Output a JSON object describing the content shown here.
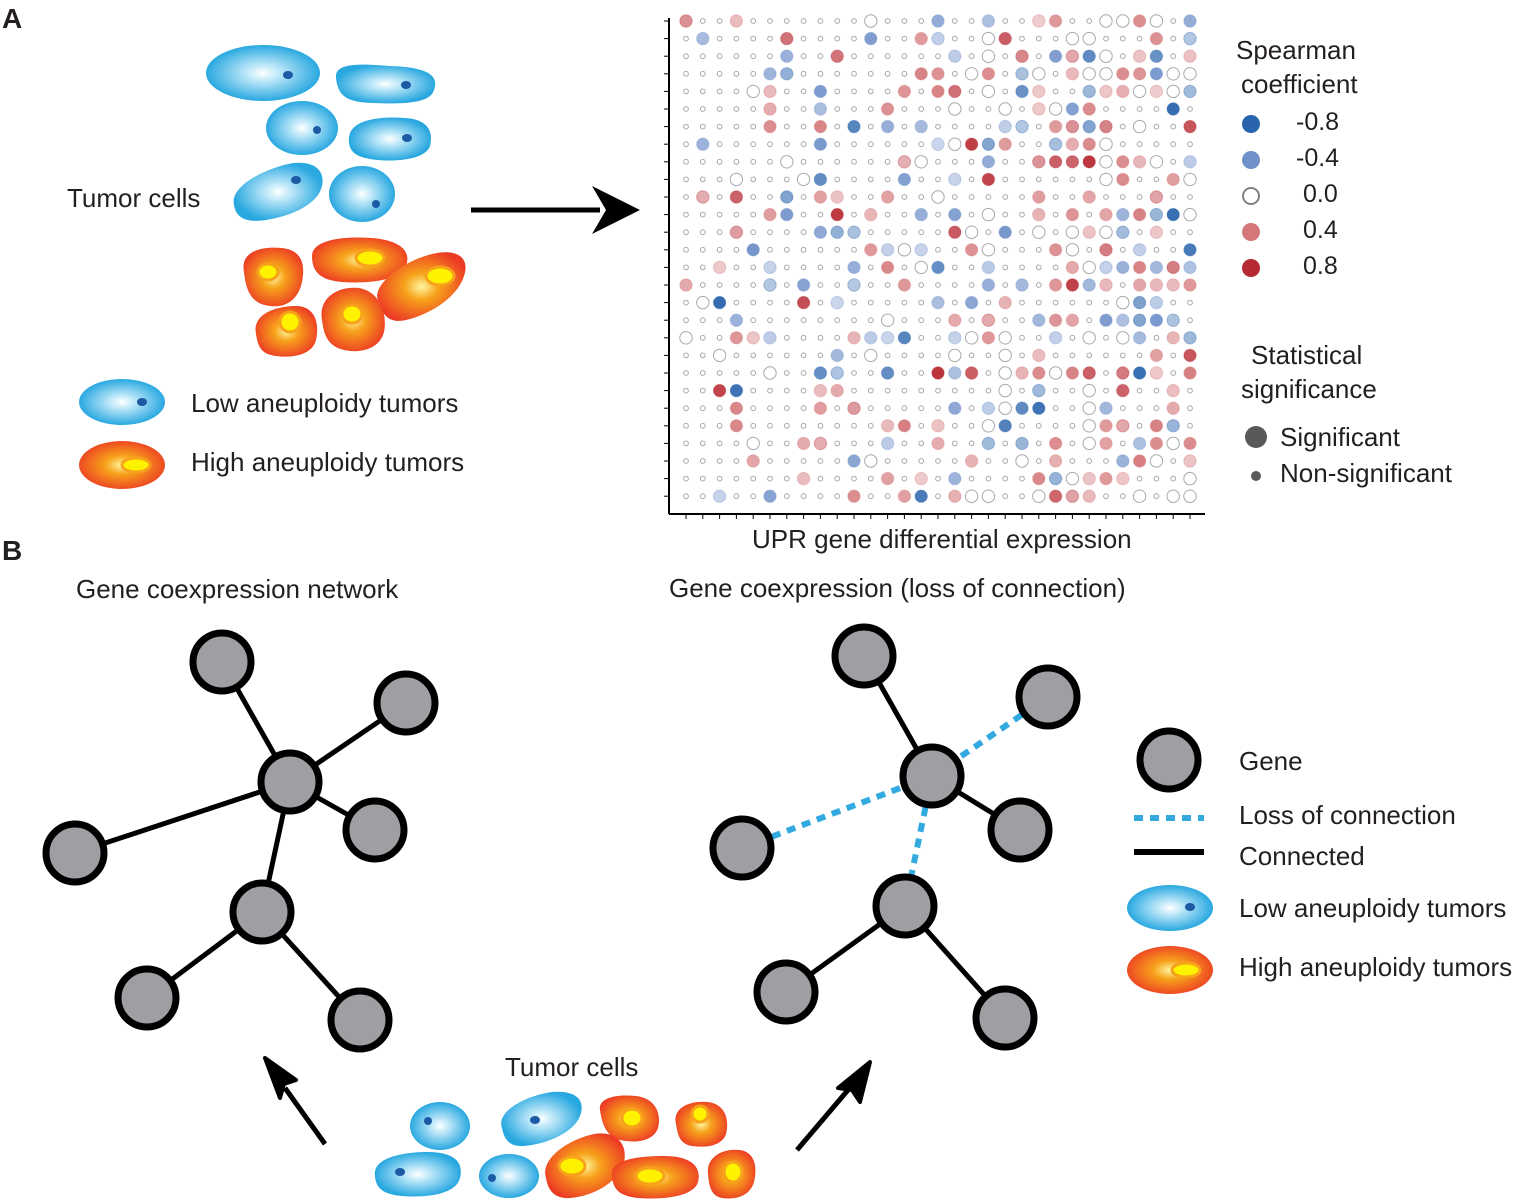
{
  "panels": {
    "a": "A",
    "b": "B"
  },
  "panel_a": {
    "tumor_cells_label": "Tumor cells",
    "legend_low": "Low aneuploidy tumors",
    "legend_high": "High aneuploidy tumors",
    "x_axis_label": "UPR gene differential expression",
    "spearman_title_1": "Spearman",
    "spearman_title_2": "coefficient",
    "spearman_values": [
      "-0.8",
      "-0.4",
      "0.0",
      "0.4",
      "0.8"
    ],
    "stat_title_1": "Statistical",
    "stat_title_2": "significance",
    "significant": "Significant",
    "non_significant": "Non-significant"
  },
  "panel_b": {
    "network_title": "Gene coexpression network",
    "loss_title": "Gene coexpression (loss of connection)",
    "tumor_cells_label": "Tumor cells",
    "legend_gene": "Gene",
    "legend_loss": "Loss of connection",
    "legend_connected": "Connected",
    "legend_low": "Low aneuploidy tumors",
    "legend_high": "High aneuploidy tumors"
  },
  "colors": {
    "low_cell": "#29a8e0",
    "high_cell": "#ec3b24",
    "high_nucleus": "#fff200",
    "gene_node": "#9d9fa2",
    "loss_edge": "#33aadf",
    "coef_neg_strong": "#2a64ad",
    "coef_neg": "#6f90c9",
    "coef_zero": "#ffffff",
    "coef_pos": "#d4777a",
    "coef_pos_strong": "#b82a33"
  }
}
